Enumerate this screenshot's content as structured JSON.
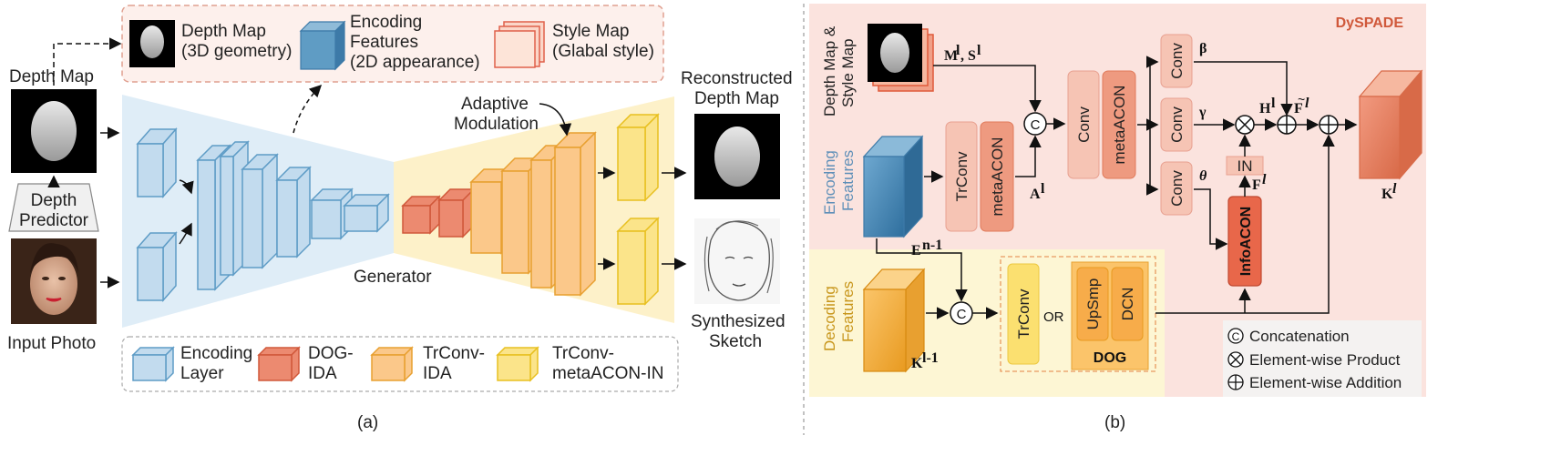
{
  "panel_a": {
    "caption": "(a)",
    "input_photo": "Input Photo",
    "depth_predictor": [
      "Depth",
      "Predictor"
    ],
    "depth_map": "Depth Map",
    "top_legend": {
      "depth_map": [
        "Depth Map",
        "(3D geometry)"
      ],
      "encoding_features": [
        "Encoding",
        "Features",
        "(2D appearance)"
      ],
      "style_map": [
        "Style Map",
        "(Glabal style)"
      ]
    },
    "adaptive_modulation": [
      "Adaptive",
      "Modulation"
    ],
    "generator": "Generator",
    "reconstructed_depth_map": [
      "Reconstructed",
      "Depth Map"
    ],
    "synthesized_sketch": [
      "Synthesized",
      "Sketch"
    ],
    "bottom_legend": {
      "encoding_layer": [
        "Encoding",
        "Layer"
      ],
      "dog_ida": [
        "DOG-",
        "IDA"
      ],
      "trconv_ida": [
        "TrConv-",
        "IDA"
      ],
      "trconv_metaacon_in": [
        "TrConv-",
        "metaACON-IN"
      ]
    }
  },
  "panel_b": {
    "caption": "(b)",
    "title": "DySPADE",
    "depth_style_map": [
      "Depth Map &",
      "Style Map"
    ],
    "encoding_features": [
      "Encoding",
      "Features"
    ],
    "decoding_features": [
      "Decoding",
      "Features"
    ],
    "ms_label": "M",
    "ms_sup": "l",
    "ms_label2": ", S",
    "ms_sup2": "l",
    "a_label": "A",
    "a_sup": "l",
    "e_label": "E",
    "e_sup": "n-1",
    "k_in_label": "K",
    "k_in_sup": "l-1",
    "k_out_label": "K",
    "k_out_sup": "l",
    "h_label": "H",
    "h_sup": "l",
    "f_tilde_label": "F",
    "f_tilde_sup": "l",
    "f_label": "F",
    "f_sup": "l",
    "beta": "β",
    "gamma": "γ",
    "theta": "θ",
    "concat_symbol": "C",
    "conv": "Conv",
    "metaacon": "metaACON",
    "trconv": "TrConv",
    "in_label": "IN",
    "infoacon": "InfoACON",
    "or_label": "OR",
    "upsmp": "UpSmp",
    "dcn": "DCN",
    "dog": "DOG",
    "legend": {
      "concatenation": "Concatenation",
      "product": "Element-wise Product",
      "addition": "Element-wise Addition"
    }
  },
  "colors": {
    "blue_face": "#bcd8ea",
    "blue_edge": "#5e9cc6",
    "red_face": "#e8826a",
    "red_edge": "#c85a3c",
    "orange_face": "#fbc88a",
    "orange_edge": "#e8a030",
    "yellow_face": "#fbe48a",
    "yellow_edge": "#e8c020",
    "dyspade_bg": "#fbe3de",
    "dyspade_title": "#d0583a",
    "decoding_bg": "#fdf6d4"
  }
}
